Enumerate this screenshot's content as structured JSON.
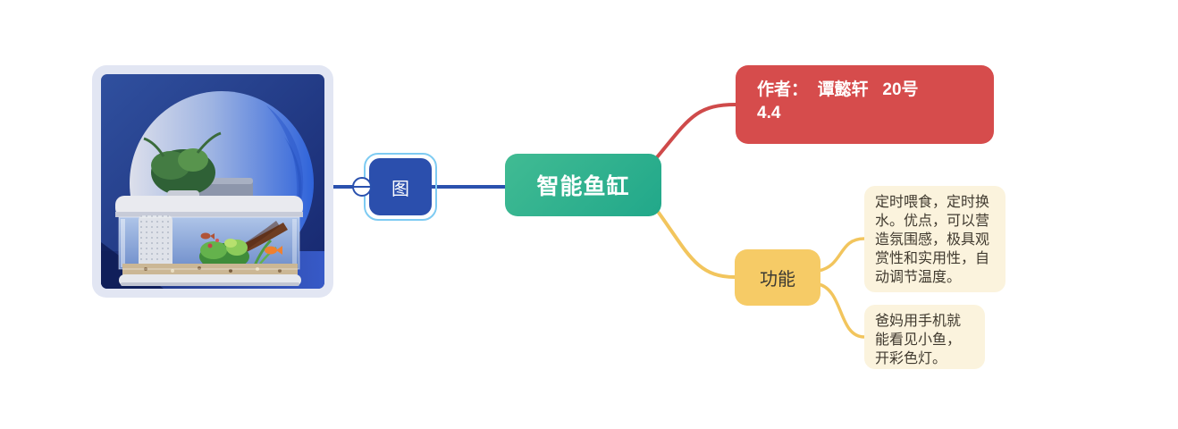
{
  "colors": {
    "canvas_bg": "#ffffff",
    "root_gradient_start": "#41bb93",
    "root_gradient_end": "#21a88a",
    "author_bg": "#d64c4c",
    "feature_bg": "#f6cb66",
    "note_bg": "#fbf3dd",
    "image_node_bg": "#2b4fad",
    "blue_line": "#2a51ae",
    "red_line": "#cf4a4a",
    "yellow_line": "#f2c55d",
    "selection_ring": "#7ecbf2",
    "photo_frame": "#e2e6f3"
  },
  "nodes": {
    "image": {
      "label": "图"
    },
    "root": {
      "label": "智能鱼缸"
    },
    "author": {
      "label": "作者：  谭懿轩   20号\n4.4"
    },
    "feature": {
      "label": "功能"
    },
    "note1": {
      "label": "定时喂食，定时换水。优点，可以营造氛围感，极具观赏性和实用性，自动调节温度。"
    },
    "note2": {
      "label": "爸妈用手机就能看见小鱼，开彩色灯。"
    }
  }
}
